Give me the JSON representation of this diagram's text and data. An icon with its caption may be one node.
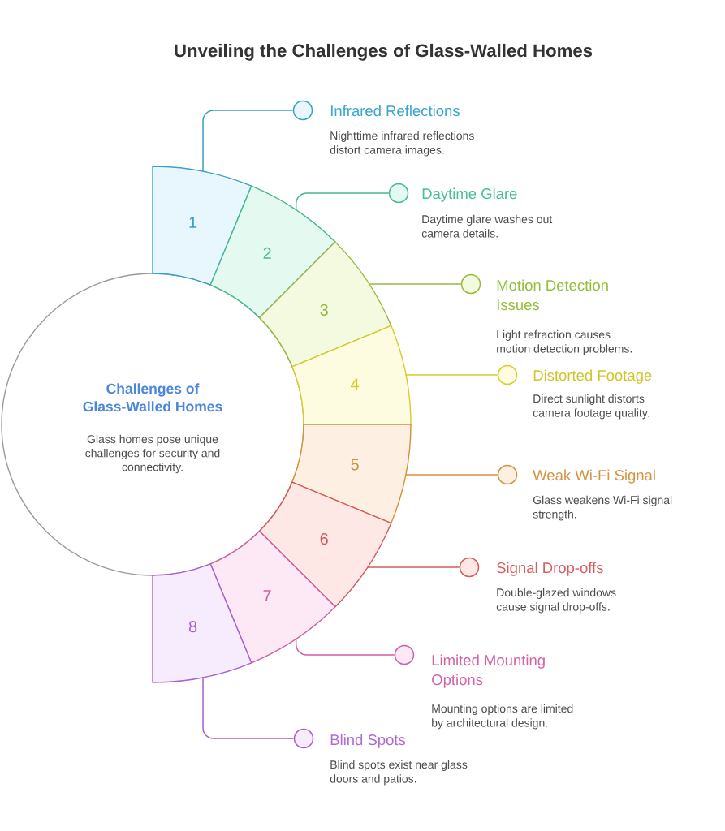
{
  "diagram": {
    "title": "Unveiling the Challenges of Glass-Walled Homes",
    "nodes": [
      {
        "text": [
          "Challenges of Glass-Walled Homes",
          "Glass homes pose unique challenges for security and connectivity."
        ]
      },
      {
        "text": [
          "1"
        ]
      },
      {
        "text": [
          "2"
        ]
      },
      {
        "text": [
          "3"
        ]
      },
      {
        "text": [
          "4"
        ]
      },
      {
        "text": [
          "5"
        ]
      },
      {
        "text": [
          "6"
        ]
      },
      {
        "text": [
          "7"
        ]
      },
      {
        "text": [
          "8"
        ]
      },
      {
        "text": [
          "Infrared Reflections",
          "Nighttime infrared reflections distort camera images."
        ]
      },
      {
        "text": [
          "Daytime Glare",
          "Daytime glare washes out camera details."
        ]
      },
      {
        "text": [
          "Motion Detection Issues",
          "Light refraction causes motion detection problems."
        ]
      },
      {
        "text": [
          "Distorted Footage",
          "Direct sunlight distorts camera footage quality."
        ]
      },
      {
        "text": [
          "Weak Wi-Fi Signal",
          "Glass weakens Wi-Fi signal strength."
        ]
      },
      {
        "text": [
          "Signal Drop-offs",
          "Double-glazed windows cause signal drop-offs."
        ]
      },
      {
        "text": [
          "Limited Mounting Options",
          "Mounting options are limited by architectural design."
        ]
      },
      {
        "text": [
          "Blind Spots",
          "Blind spots exist near glass doors and patios."
        ]
      }
    ],
    "edges": [
      {
        "from": 1,
        "to": 9,
        "arrow": "none",
        "color": "#3a9fc6"
      },
      {
        "from": 2,
        "to": 10,
        "arrow": "none",
        "color": "#45b98c"
      },
      {
        "from": 3,
        "to": 11,
        "arrow": "none",
        "color": "#96b83c"
      },
      {
        "from": 4,
        "to": 12,
        "arrow": "none",
        "color": "#d6cc2a"
      },
      {
        "from": 5,
        "to": 13,
        "arrow": "none",
        "color": "#d4913a"
      },
      {
        "from": 6,
        "to": 14,
        "arrow": "none",
        "color": "#d45a5a"
      },
      {
        "from": 7,
        "to": 15,
        "arrow": "none",
        "color": "#cf5fa4"
      },
      {
        "from": 8,
        "to": 16,
        "arrow": "none",
        "color": "#a85fd0"
      }
    ]
  }
}
